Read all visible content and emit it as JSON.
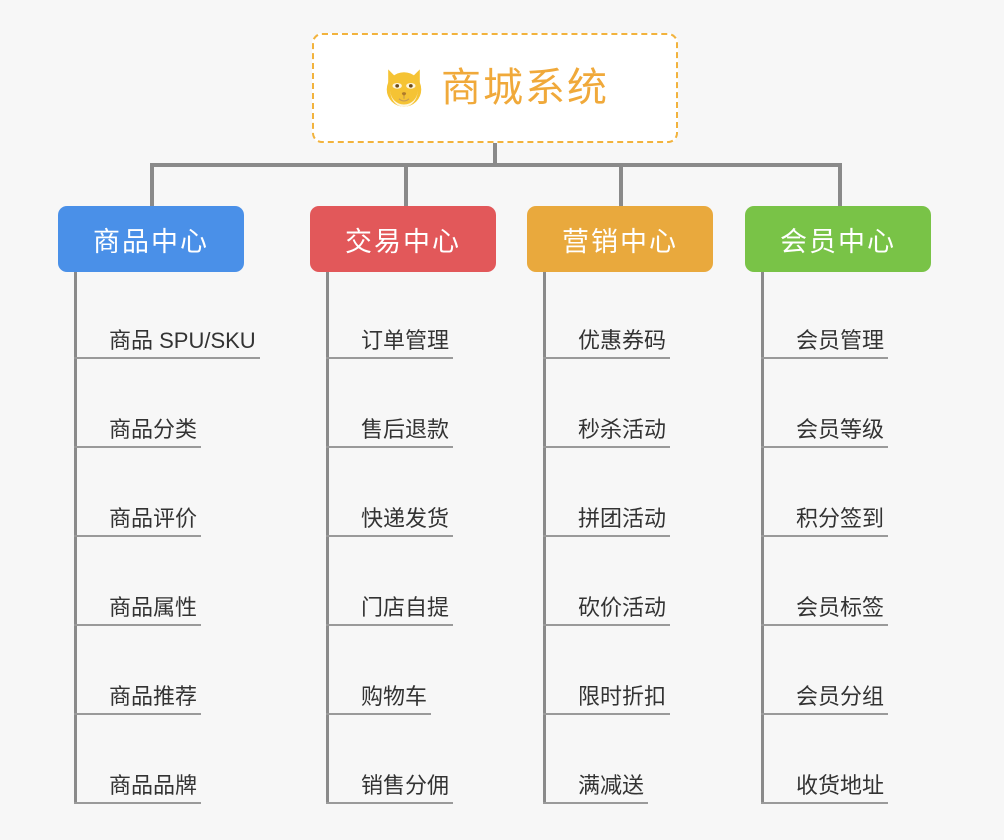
{
  "diagram": {
    "type": "mind-map",
    "background_color": "#f7f7f7",
    "connector_color": "#8a8a8a",
    "root": {
      "icon": "shiba-inu-dog-face-icon",
      "title": "商城系统",
      "text_color": "#f0a93a",
      "border_color": "#f2b33d",
      "background_color": "#ffffff",
      "border_style": "dashed"
    },
    "branches": [
      {
        "title": "商品中心",
        "color": "#4a90e8",
        "items": [
          "商品 SPU/SKU",
          "商品分类",
          "商品评价",
          "商品属性",
          "商品推荐",
          "商品品牌"
        ]
      },
      {
        "title": "交易中心",
        "color": "#e2585a",
        "items": [
          "订单管理",
          "售后退款",
          "快递发货",
          "门店自提",
          "购物车",
          "销售分佣"
        ]
      },
      {
        "title": "营销中心",
        "color": "#e9a93d",
        "items": [
          "优惠券码",
          "秒杀活动",
          "拼团活动",
          "砍价活动",
          "限时折扣",
          "满减送"
        ]
      },
      {
        "title": "会员中心",
        "color": "#79c347",
        "items": [
          "会员管理",
          "会员等级",
          "积分签到",
          "会员标签",
          "会员分组",
          "收货地址"
        ]
      }
    ]
  }
}
